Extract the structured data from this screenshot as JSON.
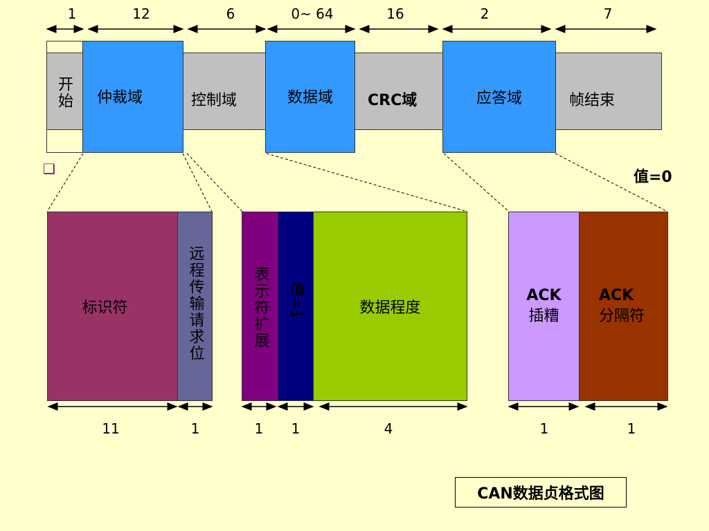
{
  "top_bits": [
    "1",
    "12",
    "6",
    "0~ 64",
    "16",
    "2",
    "7"
  ],
  "fields": {
    "start": "开始",
    "arbitration": "仲裁域",
    "control": "控制域",
    "data": "数据域",
    "crc": "CRC域",
    "ack": "应答域",
    "eof": "帧结束"
  },
  "value_zero": "值=0",
  "bullet": "❑",
  "sub_fields": {
    "identifier": "标识符",
    "rtr": "远程传输请求位",
    "ide": "表示符扩展",
    "value_one": "值=1",
    "dlc": "数据程度",
    "ack_slot_line1": "ACK",
    "ack_slot_line2": "插糟",
    "ack_delim_line1": "ACK",
    "ack_delim_line2": "分隔符"
  },
  "bottom_bits": [
    "11",
    "1",
    "1",
    "1",
    "4",
    "1",
    "1"
  ],
  "caption": "CAN数据贞格式图",
  "colors": {
    "background": "#FFFFCC",
    "gray": "#C0C0C0",
    "blue": "#3399FF",
    "identifier": "#993366",
    "rtr": "#666699",
    "ide": "#800080",
    "value_one": "#000080",
    "dlc": "#99CC00",
    "ack_slot": "#CC99FF",
    "ack_delim": "#993300"
  }
}
